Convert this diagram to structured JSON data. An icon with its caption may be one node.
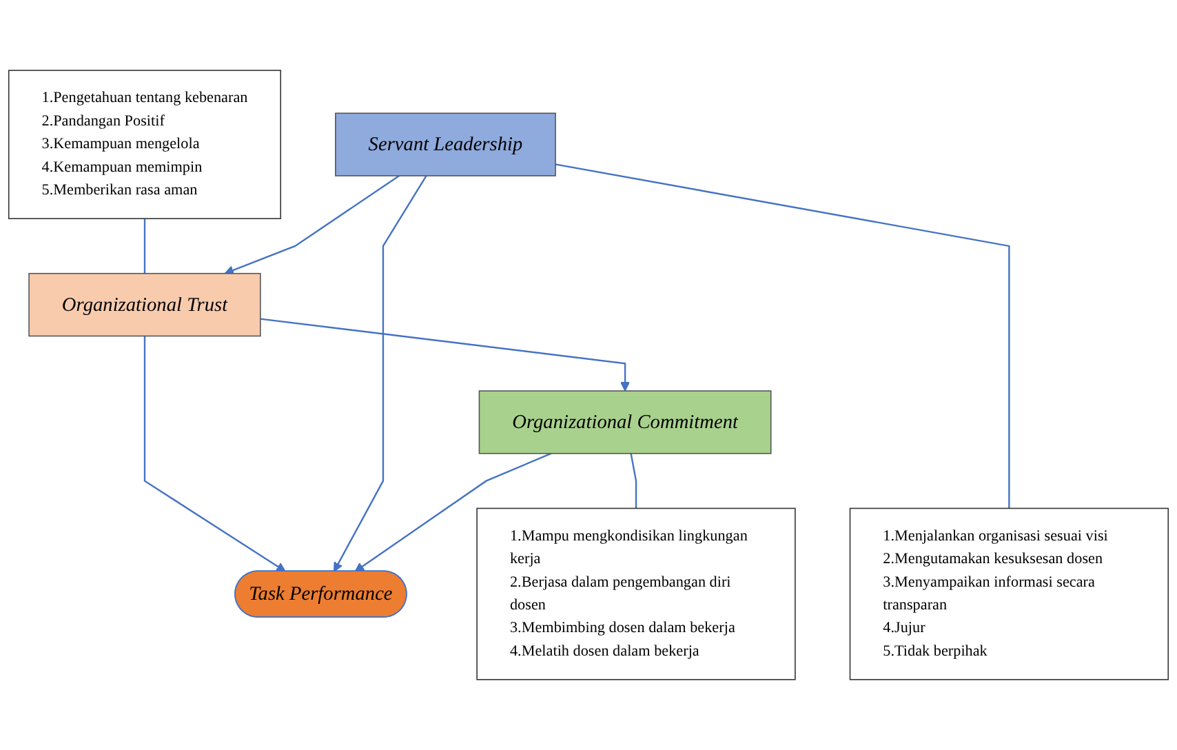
{
  "diagram": {
    "nodes": [
      {
        "text": [
          "1.Pengetahuan tentang kebenaran",
          "2.Pandangan Positif",
          "3.Kemampuan mengelola",
          "4.Kemampuan memimpin",
          "5.Memberikan rasa aman"
        ]
      },
      {
        "text": [
          "Organizational Trust"
        ]
      },
      {
        "text": [
          "Servant Leadership"
        ]
      },
      {
        "text": [
          "Organizational Commitment"
        ]
      },
      {
        "text": [
          "Task Performance"
        ]
      },
      {
        "text": [
          "1.Menjalankan organisasi sesuai visi",
          "2.Mengutamakan kesuksesan dosen",
          "3.Menyampaikan informasi secara transparan",
          "4.Jujur",
          "5.Tidak berpihak"
        ]
      },
      {
        "text": [
          "1.Mampu mengkondisikan lingkungan kerja",
          "2.Berjasa dalam pengembangan diri dosen",
          "3.Membimbing dosen dalam bekerja",
          "4.Melatih dosen dalam bekerja"
        ]
      }
    ],
    "edges": [
      {
        "from": 0,
        "to": 1,
        "arrow": "none"
      },
      {
        "from": 2,
        "to": 1,
        "arrow": "to"
      },
      {
        "from": 1,
        "to": 3,
        "arrow": "to"
      },
      {
        "from": 1,
        "to": 4,
        "arrow": "to"
      },
      {
        "from": 2,
        "to": 4,
        "arrow": "to"
      },
      {
        "from": 3,
        "to": 4,
        "arrow": "to"
      },
      {
        "from": 2,
        "to": 5,
        "arrow": "none"
      },
      {
        "from": 3,
        "to": 6,
        "arrow": "none"
      }
    ]
  }
}
